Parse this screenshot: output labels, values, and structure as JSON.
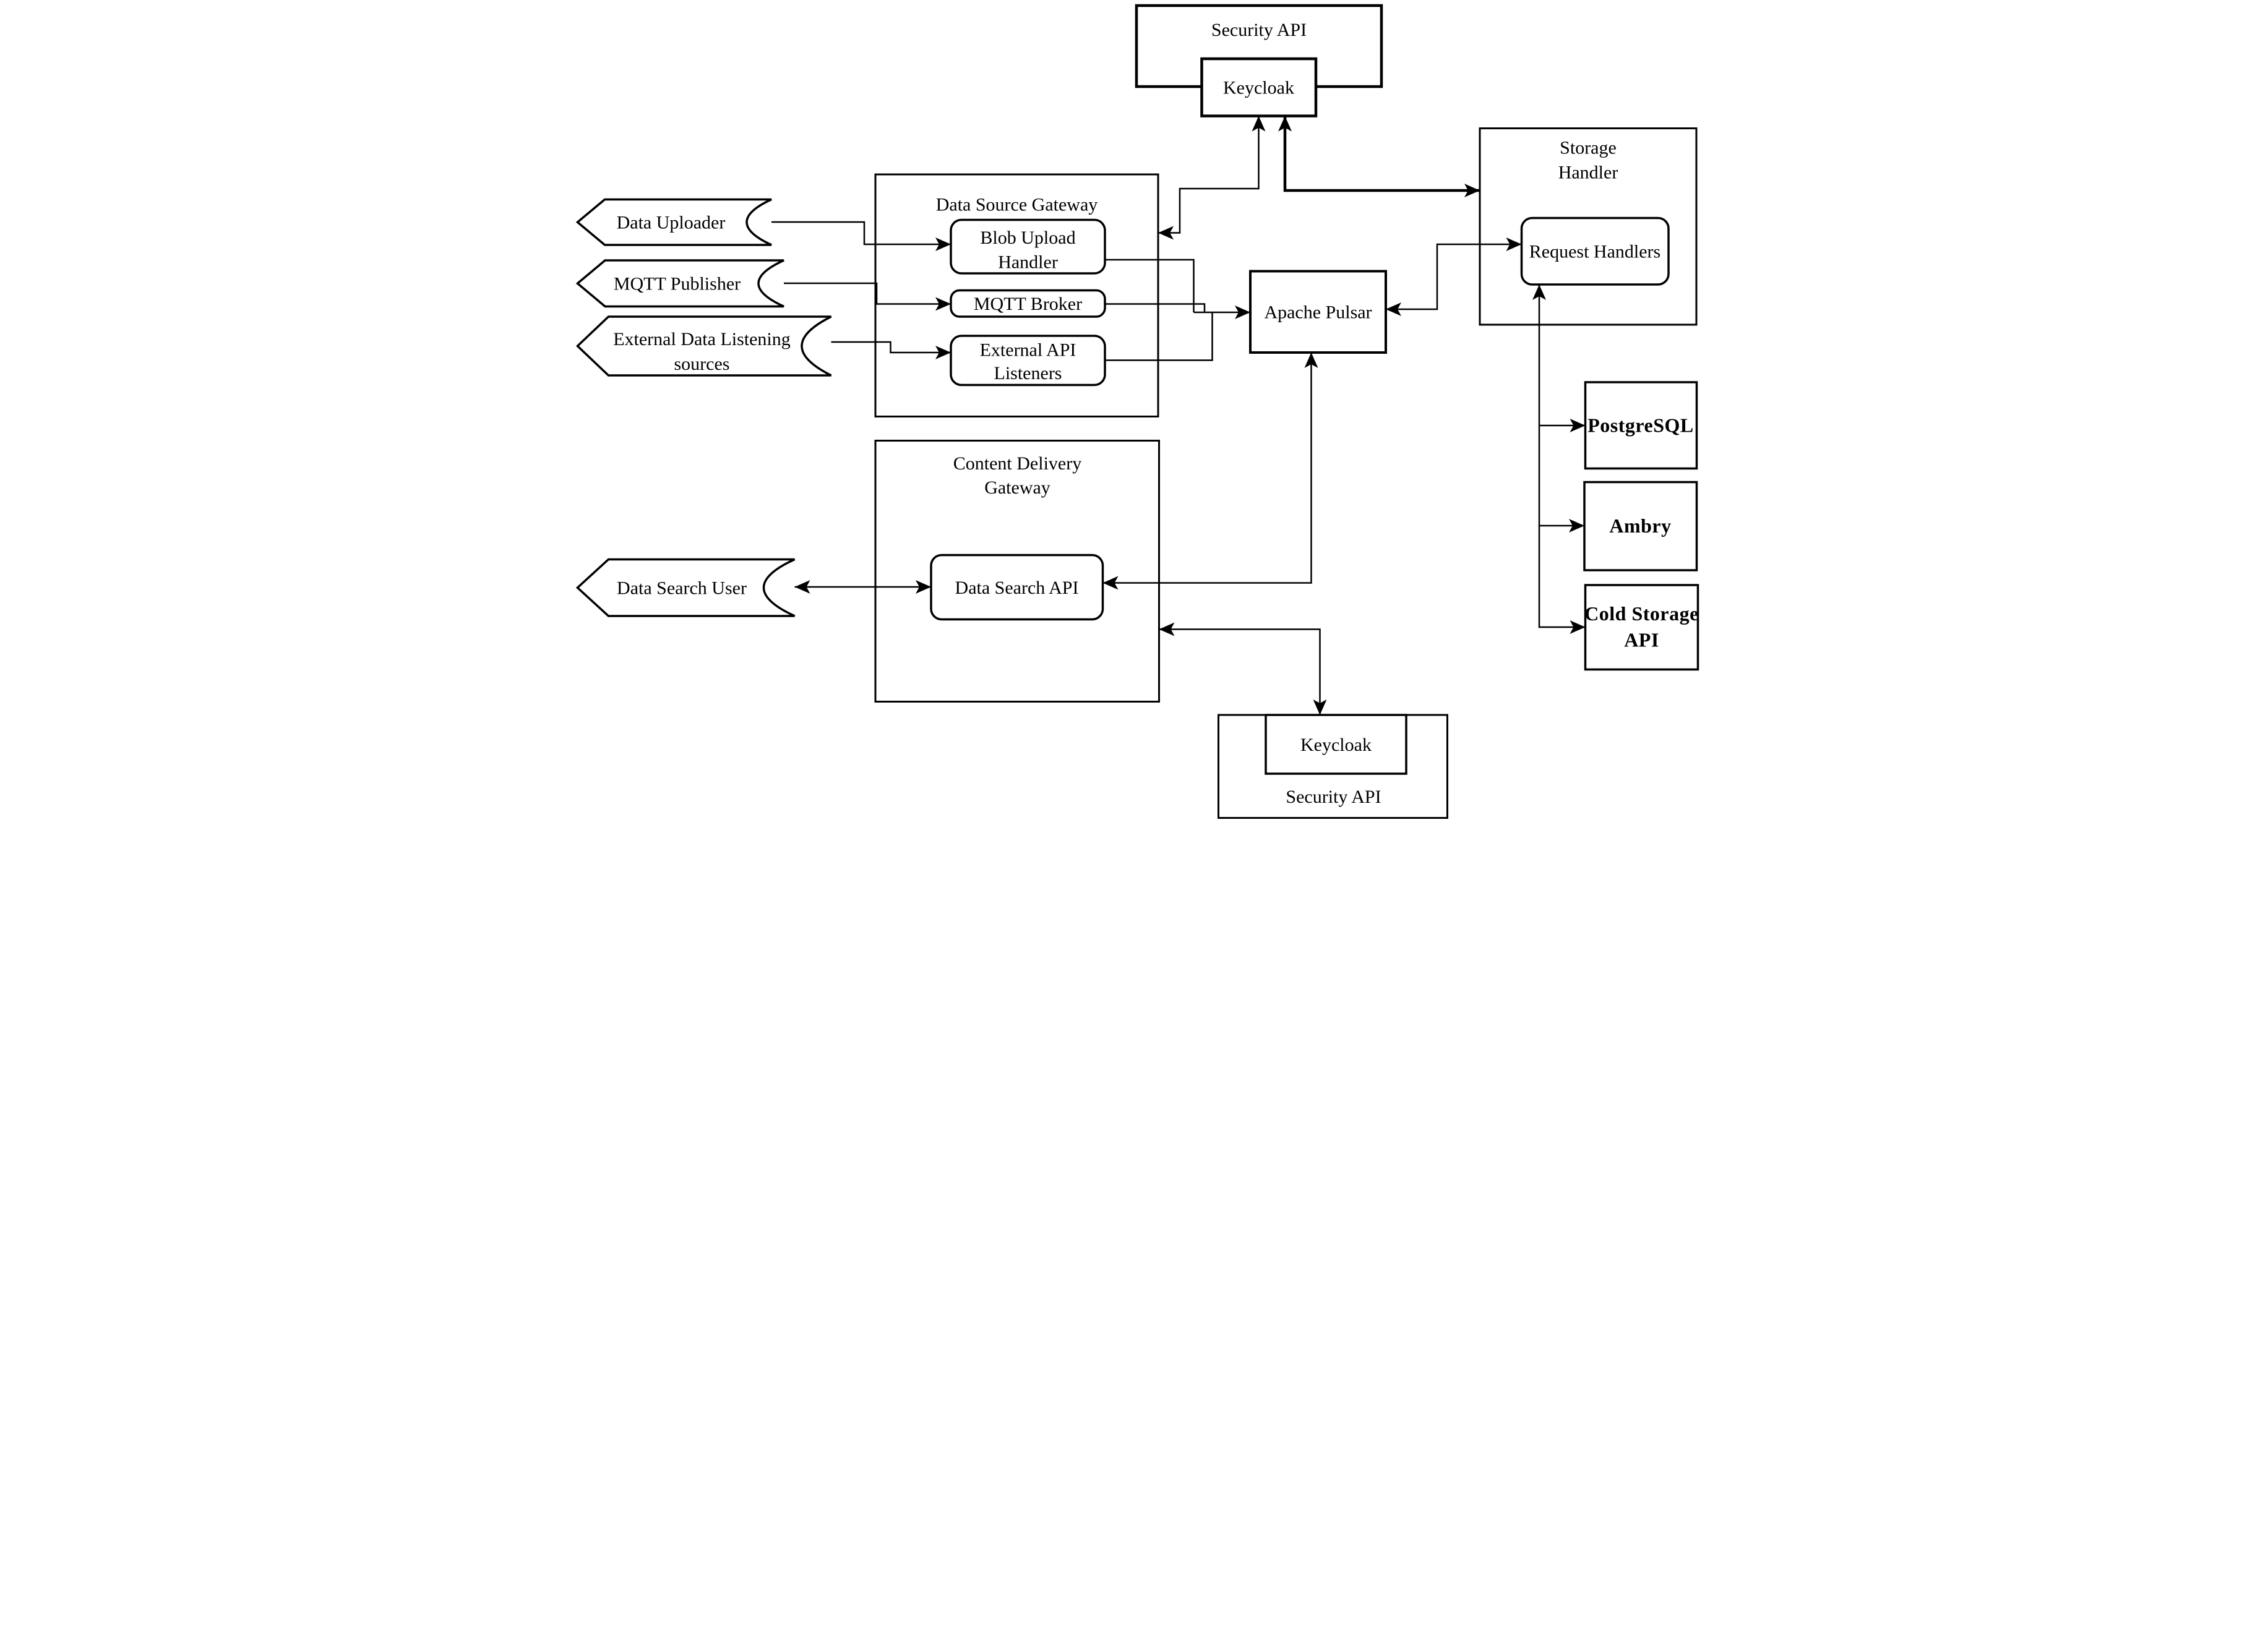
{
  "diagram_type": "system-architecture",
  "colors": {
    "stroke": "#000000",
    "background": "#ffffff"
  },
  "nodes": {
    "security_api_top": {
      "label": "Security API"
    },
    "keycloak_top": {
      "label": "Keycloak"
    },
    "storage_handler": {
      "line1": "Storage",
      "line2": "Handler"
    },
    "request_handlers": {
      "label": "Request Handlers"
    },
    "data_source_gateway": {
      "label": "Data Source Gateway"
    },
    "blob_upload_handler": {
      "line1": "Blob Upload",
      "line2": "Handler"
    },
    "mqtt_broker": {
      "label": "MQTT Broker"
    },
    "external_api_listeners": {
      "line1": "External API",
      "line2": "Listeners"
    },
    "apache_pulsar": {
      "label": "Apache Pulsar"
    },
    "data_uploader": {
      "label": "Data Uploader"
    },
    "mqtt_publisher": {
      "label": "MQTT Publisher"
    },
    "external_data_listening_sources": {
      "line1": "External Data Listening",
      "line2": "sources"
    },
    "content_delivery_gateway": {
      "line1": "Content Delivery",
      "line2": "Gateway"
    },
    "data_search_api": {
      "label": "Data Search API"
    },
    "data_search_user": {
      "label": "Data Search User"
    },
    "postgresql": {
      "label": "PostgreSQL"
    },
    "ambry": {
      "label": "Ambry"
    },
    "cold_storage_api": {
      "line1": "Cold Storage",
      "line2": "API"
    },
    "keycloak_bottom": {
      "label": "Keycloak"
    },
    "security_api_bottom": {
      "label": "Security API"
    }
  },
  "edges": [
    {
      "from": "Data Uploader",
      "to": "Blob Upload Handler",
      "direction": "one-way"
    },
    {
      "from": "MQTT Publisher",
      "to": "MQTT Broker",
      "direction": "one-way"
    },
    {
      "from": "External Data Listening sources",
      "to": "External API Listeners",
      "direction": "one-way"
    },
    {
      "from": "Blob Upload Handler",
      "to": "Apache Pulsar",
      "direction": "one-way"
    },
    {
      "from": "MQTT Broker",
      "to": "Apache Pulsar",
      "direction": "one-way"
    },
    {
      "from": "External API Listeners",
      "to": "Apache Pulsar",
      "direction": "one-way"
    },
    {
      "from": "Data Source Gateway",
      "to": "Keycloak (Security API top)",
      "direction": "two-way"
    },
    {
      "from": "Storage Handler",
      "to": "Keycloak (Security API top)",
      "direction": "two-way",
      "emphasis": "thick"
    },
    {
      "from": "Apache Pulsar",
      "to": "Request Handlers",
      "direction": "two-way"
    },
    {
      "from": "Request Handlers",
      "to": "PostgreSQL",
      "direction": "two-way"
    },
    {
      "from": "Request Handlers",
      "to": "Ambry",
      "direction": "two-way"
    },
    {
      "from": "Request Handlers",
      "to": "Cold Storage API",
      "direction": "two-way"
    },
    {
      "from": "Apache Pulsar",
      "to": "Data Search API",
      "direction": "two-way"
    },
    {
      "from": "Data Search User",
      "to": "Data Search API",
      "direction": "two-way"
    },
    {
      "from": "Content Delivery Gateway",
      "to": "Keycloak (Security API bottom)",
      "direction": "two-way"
    }
  ]
}
